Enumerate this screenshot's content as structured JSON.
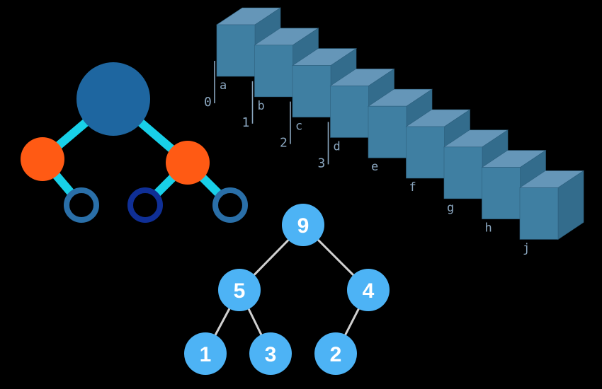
{
  "colors": {
    "background": "#000000",
    "tree_root": "#1e66a0",
    "tree_edge": "#18d0e8",
    "tree_orange": "#ff5a14",
    "tree_ring": "#2a6fa8",
    "tree_ring_dark": "#0f2f96",
    "cube_top": "#6596b8",
    "cube_front": "#3f7fa2",
    "cube_side": "#336c8c",
    "cube_text": "#8aa6bf",
    "heap_node": "#4db3f5",
    "heap_edge": "#d0d0d0",
    "heap_text": "#ffffff"
  },
  "array": {
    "cells": [
      {
        "letter": "a",
        "index": "0"
      },
      {
        "letter": "b",
        "index": "1"
      },
      {
        "letter": "c",
        "index": "2"
      },
      {
        "letter": "d",
        "index": "3"
      },
      {
        "letter": "e"
      },
      {
        "letter": "f"
      },
      {
        "letter": "g"
      },
      {
        "letter": "h"
      },
      {
        "letter": "j"
      }
    ]
  },
  "heap": {
    "nodes": [
      {
        "label": "9"
      },
      {
        "label": "5"
      },
      {
        "label": "4"
      },
      {
        "label": "1"
      },
      {
        "label": "3"
      },
      {
        "label": "2"
      }
    ]
  }
}
